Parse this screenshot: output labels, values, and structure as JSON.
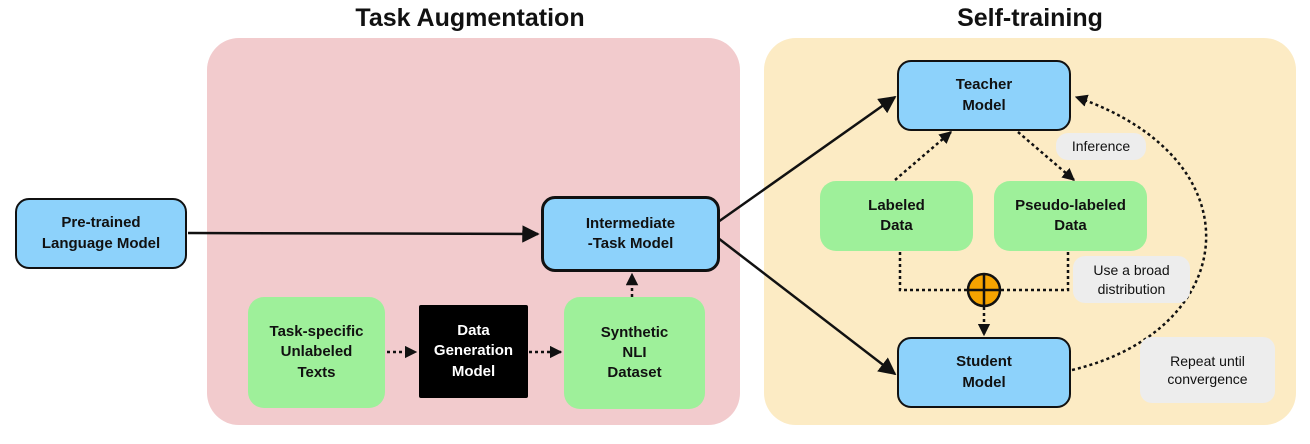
{
  "sections": {
    "task_augmentation": "Task Augmentation",
    "self_training": "Self-training"
  },
  "nodes": {
    "pretrained": "Pre-trained\nLanguage Model",
    "intermediate": "Intermediate\n-Task Model",
    "unlabeled_texts": "Task-specific\nUnlabeled\nTexts",
    "data_gen": "Data\nGeneration\nModel",
    "synthetic": "Synthetic\nNLI\nDataset",
    "teacher": "Teacher\nModel",
    "labeled": "Labeled\nData",
    "pseudo": "Pseudo-labeled\nData",
    "student": "Student\nModel"
  },
  "notes": {
    "inference": "Inference",
    "broad": "Use a broad\ndistribution",
    "repeat": "Repeat until\nconvergence"
  },
  "colors": {
    "task_panel": "#f2cbcd",
    "self_panel": "#fcebc4",
    "model_box": "#8dd2fb",
    "data_box": "#9ef09a",
    "combine": "#f5a300"
  }
}
